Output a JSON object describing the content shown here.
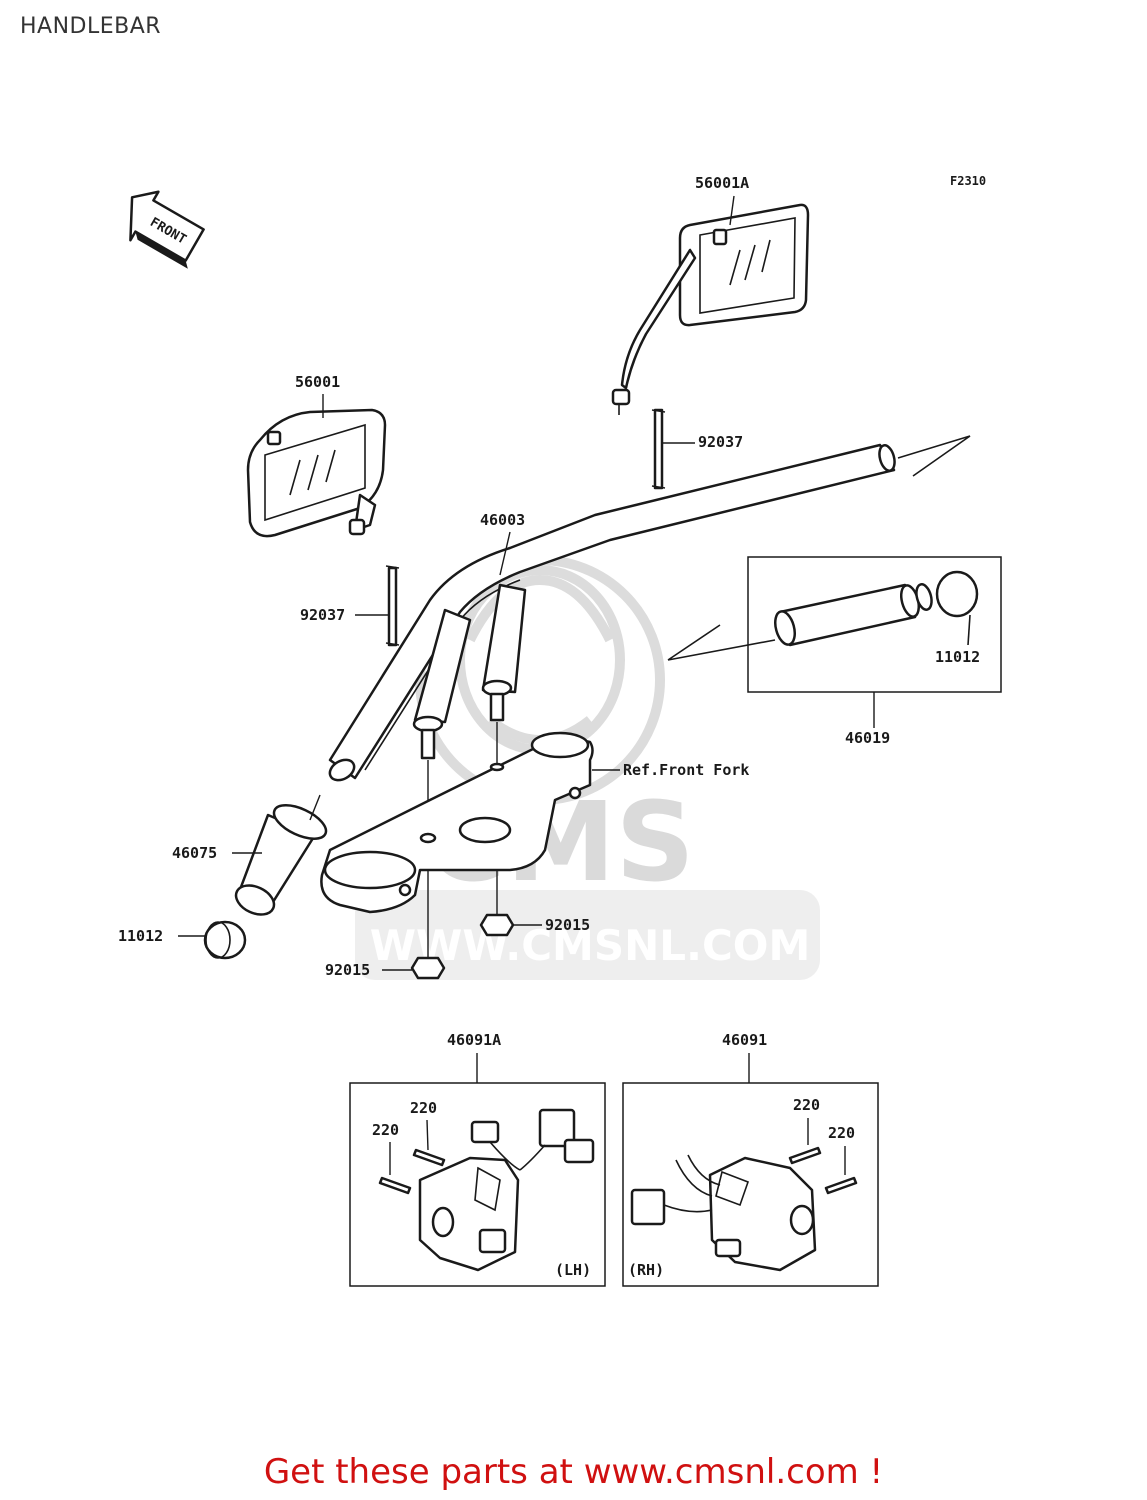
{
  "page": {
    "title": "HANDLEBAR"
  },
  "diagram": {
    "figure_code": "F2310",
    "front_marker": "FRONT",
    "reference_note": "Ref.Front Fork",
    "watermark": {
      "logo": "CMS",
      "url": "WWW.CMSNL.COM"
    },
    "parts": [
      {
        "number": "56001A"
      },
      {
        "number": "56001"
      },
      {
        "number": "92037",
        "position": "right"
      },
      {
        "number": "92037",
        "position": "left"
      },
      {
        "number": "46003"
      },
      {
        "number": "11012",
        "position": "right"
      },
      {
        "number": "46019"
      },
      {
        "number": "46075"
      },
      {
        "number": "11012",
        "position": "left"
      },
      {
        "number": "92015",
        "position": "right"
      },
      {
        "number": "92015",
        "position": "left"
      },
      {
        "number": "46091A"
      },
      {
        "number": "46091"
      }
    ],
    "switch_boxes": {
      "left": {
        "number": "46091A",
        "side": "(LH)",
        "screws": [
          "220",
          "220"
        ]
      },
      "right": {
        "number": "46091",
        "side": "(RH)",
        "screws": [
          "220",
          "220"
        ]
      }
    }
  },
  "footer": {
    "prefix": "Get these parts at ",
    "link_text": "www.cmsnl.com",
    "suffix": " !"
  }
}
